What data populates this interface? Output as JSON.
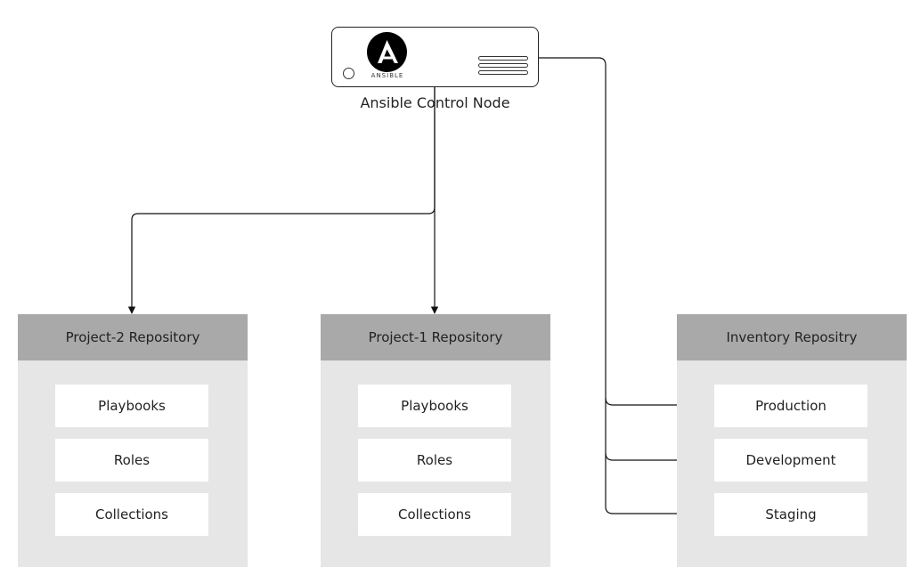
{
  "control_node": {
    "logo_text": "ANSIBLE",
    "label": "Ansible Control Node"
  },
  "repositories": [
    {
      "title": "Project-2 Repository",
      "items": [
        "Playbooks",
        "Roles",
        "Collections"
      ]
    },
    {
      "title": "Project-1 Repository",
      "items": [
        "Playbooks",
        "Roles",
        "Collections"
      ]
    },
    {
      "title": "Inventory Repositry",
      "items": [
        "Production",
        "Development",
        "Staging"
      ]
    }
  ]
}
